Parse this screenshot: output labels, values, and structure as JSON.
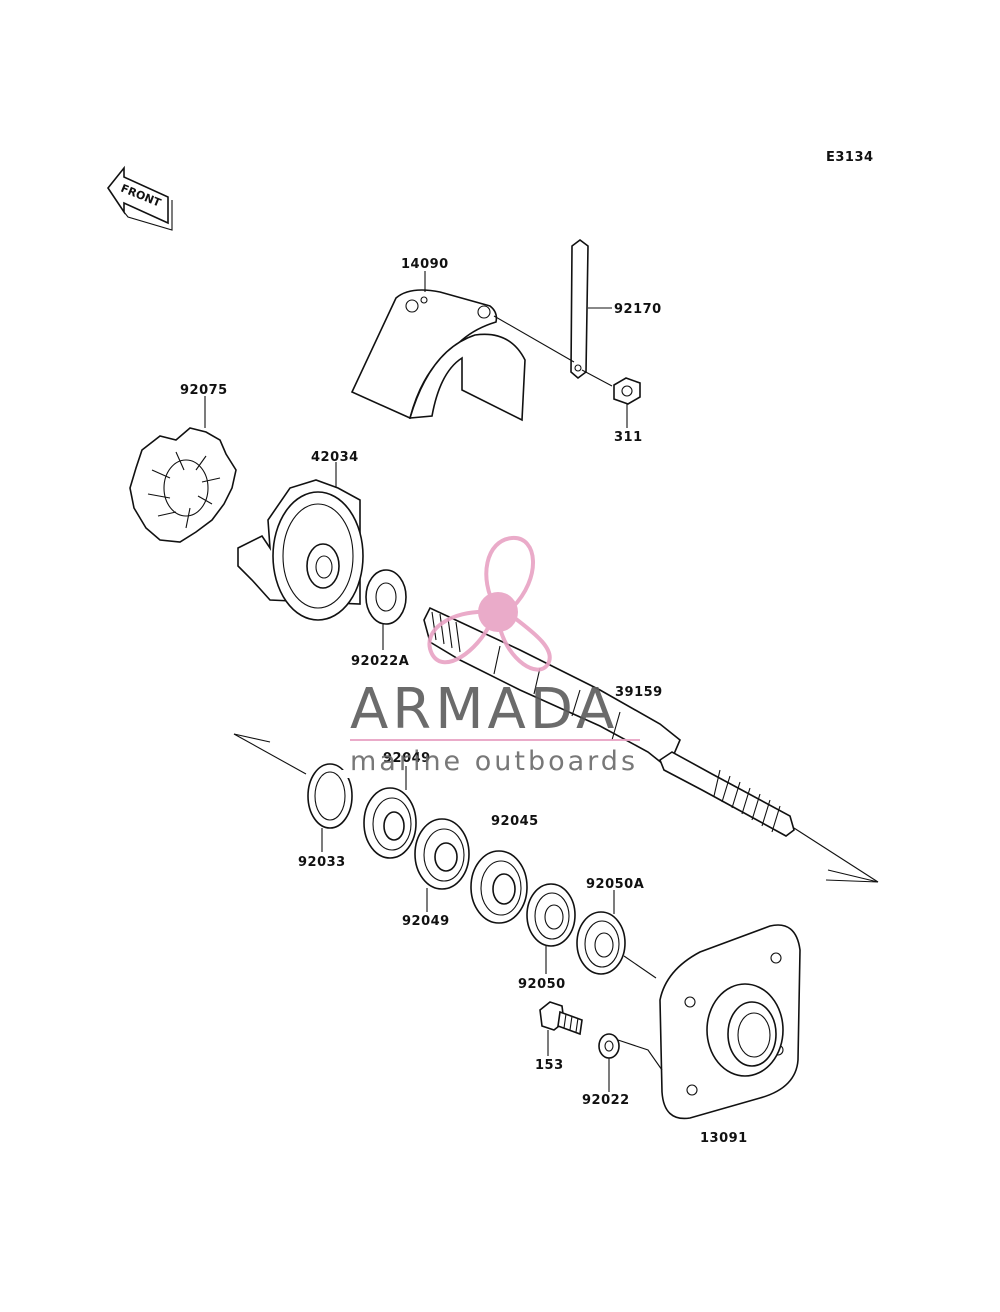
{
  "diagram": {
    "code": "E3134",
    "front_arrow": "FRONT",
    "labels": {
      "p14090": "14090",
      "p92170": "92170",
      "p311": "311",
      "p92075": "92075",
      "p42034": "42034",
      "p92022A": "92022A",
      "p39159": "39159",
      "p92049a": "92049",
      "p92033": "92033",
      "p92049b": "92049",
      "p92045": "92045",
      "p92050A": "92050A",
      "p92050": "92050",
      "p153": "153",
      "p92022": "92022",
      "p13091": "13091"
    }
  },
  "watermark": {
    "brand": "ARMADA",
    "tagline": "marine outboards",
    "color": "#e8a3c4"
  }
}
